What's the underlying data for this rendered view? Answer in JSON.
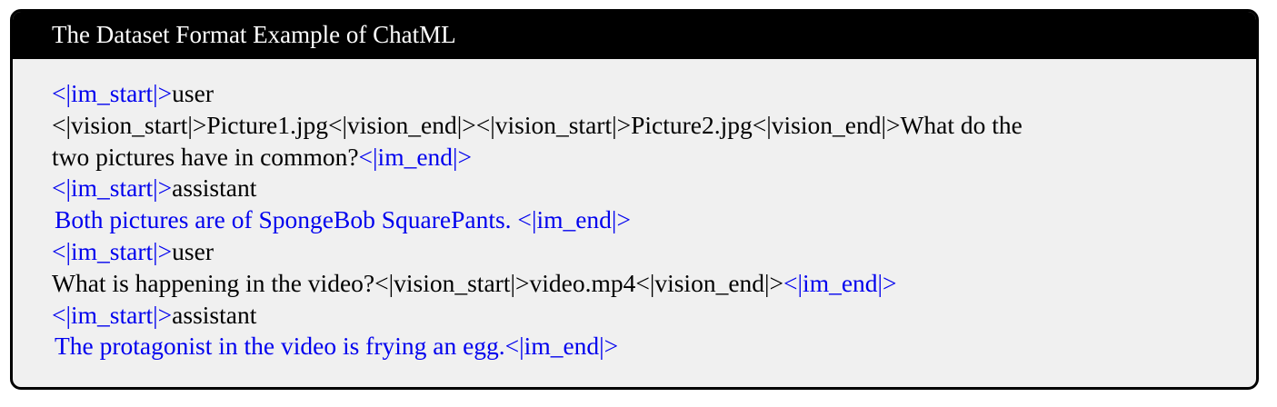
{
  "title": "The Dataset Format Example of ChatML",
  "colors": {
    "header_bg": "#000000",
    "body_bg": "#f0f0f0",
    "special_token": "#0000ee",
    "text": "#000000"
  },
  "lines": [
    [
      {
        "t": "<|im_start|>",
        "c": "blue"
      },
      {
        "t": "user",
        "c": "black"
      }
    ],
    [
      {
        "t": "<|vision_start|>Picture1.jpg<|vision_end|><|vision_start|>Picture2.jpg<|vision_end|>What do the",
        "c": "black"
      }
    ],
    [
      {
        "t": "two pictures have in common?",
        "c": "black"
      },
      {
        "t": "<|im_end|>",
        "c": "blue"
      }
    ],
    [
      {
        "t": "<|im_start|>",
        "c": "blue"
      },
      {
        "t": "assistant",
        "c": "black"
      }
    ],
    [
      {
        "t": "Both pictures are of SpongeBob SquarePants. <|im_end|>",
        "c": "blue"
      }
    ],
    [
      {
        "t": "<|im_start|>",
        "c": "blue"
      },
      {
        "t": "user",
        "c": "black"
      }
    ],
    [
      {
        "t": "What is happening in the video?<|vision_start|>video.mp4<|vision_end|>",
        "c": "black"
      },
      {
        "t": "<|im_end|>",
        "c": "blue"
      }
    ],
    [
      {
        "t": "<|im_start|>",
        "c": "blue"
      },
      {
        "t": "assistant",
        "c": "black"
      }
    ],
    [
      {
        "t": "The protagonist in the video is frying an egg.<|im_end|>",
        "c": "blue"
      }
    ]
  ]
}
